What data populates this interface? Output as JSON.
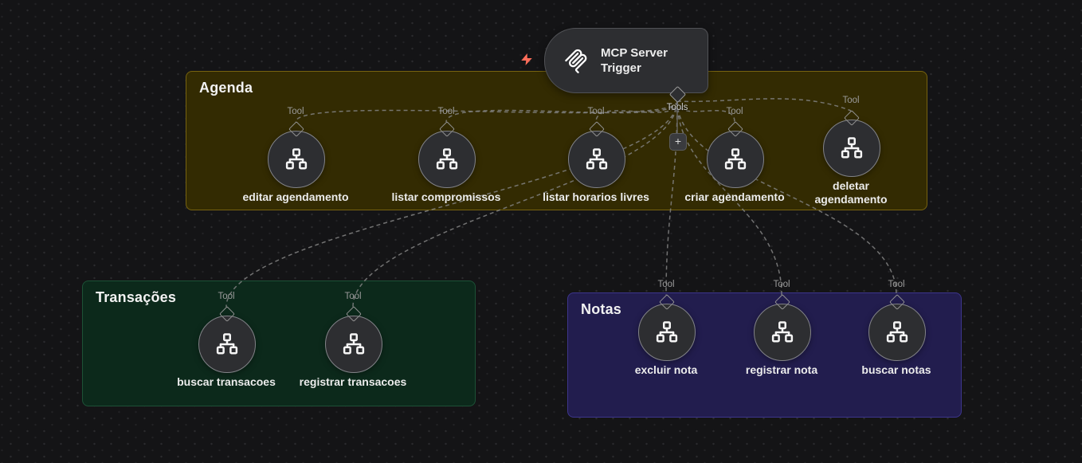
{
  "canvas": {
    "background": "#141416"
  },
  "trigger": {
    "label": "MCP Server Trigger",
    "output_port": "Tools",
    "add_button": "+",
    "colors": {
      "bolt": "#ff6d5a",
      "node_fill": "#2d2e31"
    }
  },
  "groups": [
    {
      "title": "Agenda",
      "colors": {
        "fill": "#332b02",
        "border": "#776310"
      },
      "tools": [
        {
          "label": "editar agendamento",
          "port": "Tool"
        },
        {
          "label": "listar compromissos",
          "port": "Tool"
        },
        {
          "label": "listar horarios livres",
          "port": "Tool"
        },
        {
          "label": "criar agendamento",
          "port": "Tool"
        },
        {
          "label": "deletar agendamento",
          "port": "Tool"
        }
      ]
    },
    {
      "title": "Transações",
      "colors": {
        "fill": "#0c291b",
        "border": "#1d5136"
      },
      "tools": [
        {
          "label": "buscar transacoes",
          "port": "Tool"
        },
        {
          "label": "registrar transacoes",
          "port": "Tool"
        }
      ]
    },
    {
      "title": "Notas",
      "colors": {
        "fill": "#221d4e",
        "border": "#3d358c"
      },
      "tools": [
        {
          "label": "excluir nota",
          "port": "Tool"
        },
        {
          "label": "registrar nota",
          "port": "Tool"
        },
        {
          "label": "buscar notas",
          "port": "Tool"
        }
      ]
    }
  ]
}
